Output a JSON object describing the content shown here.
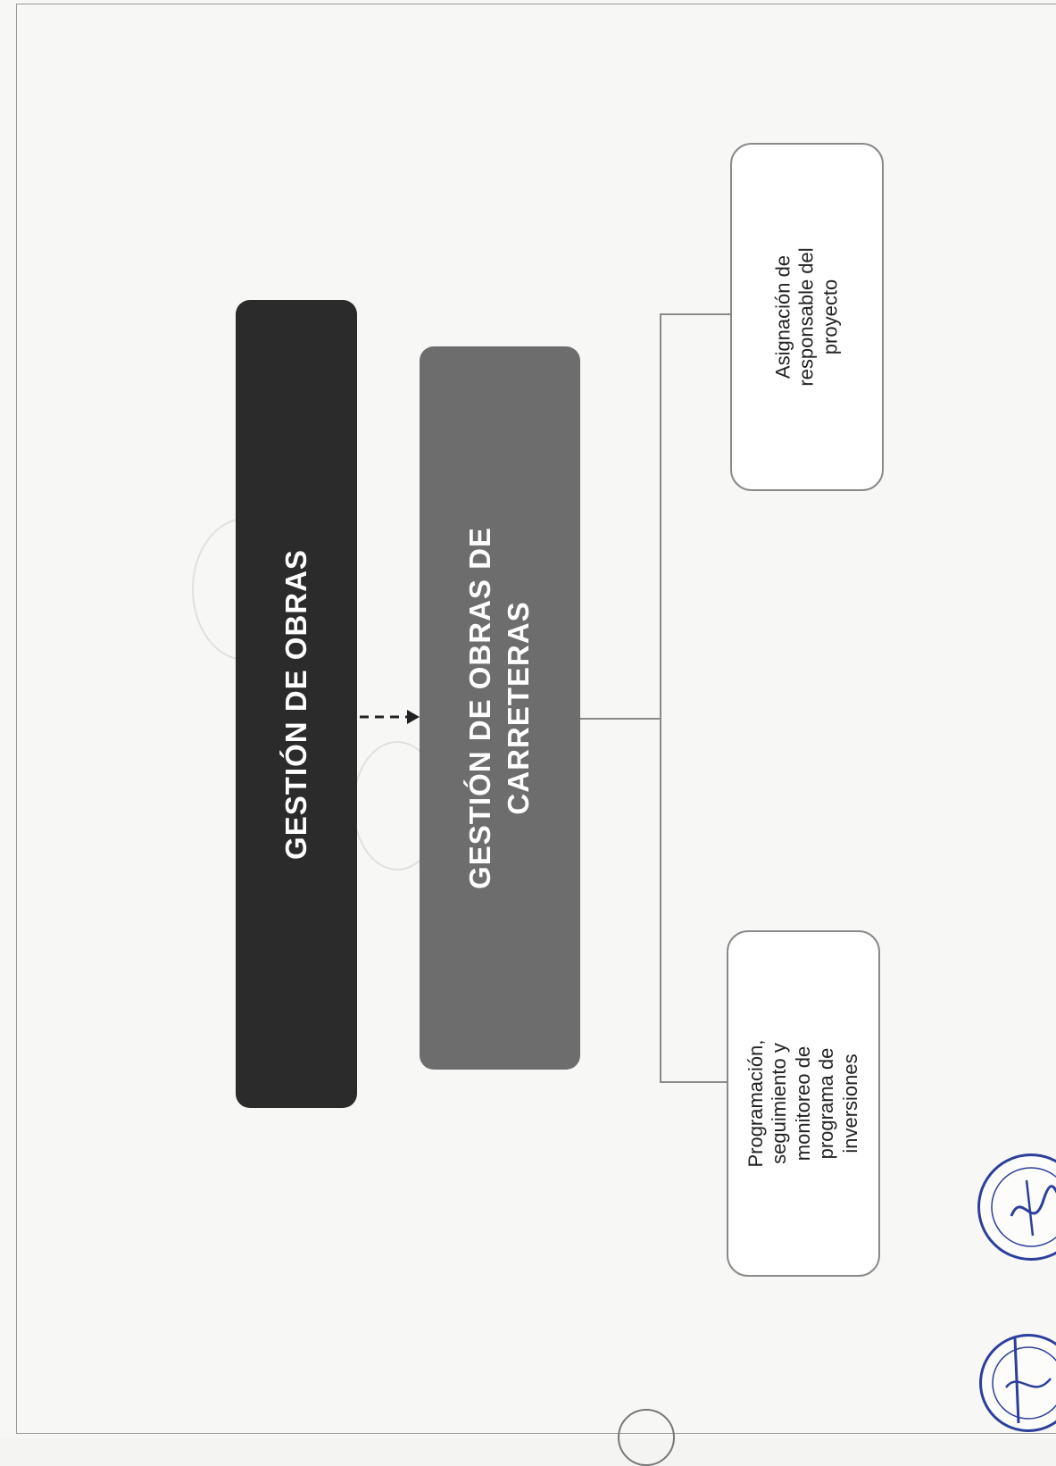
{
  "diagram": {
    "root": {
      "label": "GESTIÓN DE OBRAS"
    },
    "sub": {
      "label": "GESTIÓN DE OBRAS DE\nCARRETERAS"
    },
    "children": [
      {
        "label": "Asignación de\nresponsable del\nproyecto"
      },
      {
        "label": "Programación,\nseguimiento y\nmonitoreo de\nprograma de\ninversiones"
      }
    ],
    "edges": [
      {
        "from": "root",
        "to": "sub",
        "style": "dashed-arrow"
      },
      {
        "from": "sub",
        "to": "children",
        "style": "solid-bracket"
      }
    ]
  },
  "colors": {
    "root_fill": "#2b2b2b",
    "sub_fill": "#6d6d6d",
    "child_fill": "#ffffff",
    "child_border": "#8a8a8a",
    "seal_ink": "#2c3f9a"
  }
}
